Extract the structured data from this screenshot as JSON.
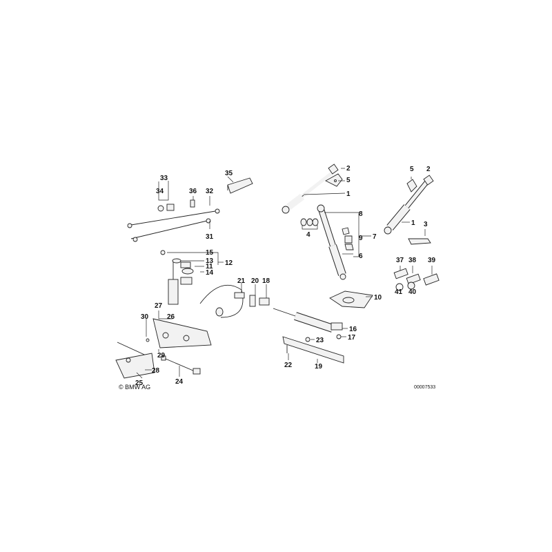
{
  "parts": {
    "p1a": "1",
    "p2a": "2",
    "p5a": "5",
    "p4": "4",
    "p8": "8",
    "p9": "9",
    "p7": "7",
    "p6": "6",
    "p5b": "5",
    "p2b": "2",
    "p1b": "1",
    "p3": "3",
    "p37": "37",
    "p38": "38",
    "p39": "39",
    "p41": "41",
    "p40": "40",
    "p10": "10",
    "p33": "33",
    "p34": "34",
    "p36": "36",
    "p32": "32",
    "p35": "35",
    "p31": "31",
    "p15": "15",
    "p13": "13",
    "p11": "11",
    "p14": "14",
    "p12": "12",
    "p21": "21",
    "p20": "20",
    "p18": "18",
    "p27": "27",
    "p26": "26",
    "p30": "30",
    "p16": "16",
    "p23": "23",
    "p17": "17",
    "p22": "22",
    "p19": "19",
    "p29": "29",
    "p28": "28",
    "p25": "25",
    "p24": "24"
  },
  "footer": {
    "copyright": "© BMW AG",
    "catalog_number": "00007533"
  }
}
